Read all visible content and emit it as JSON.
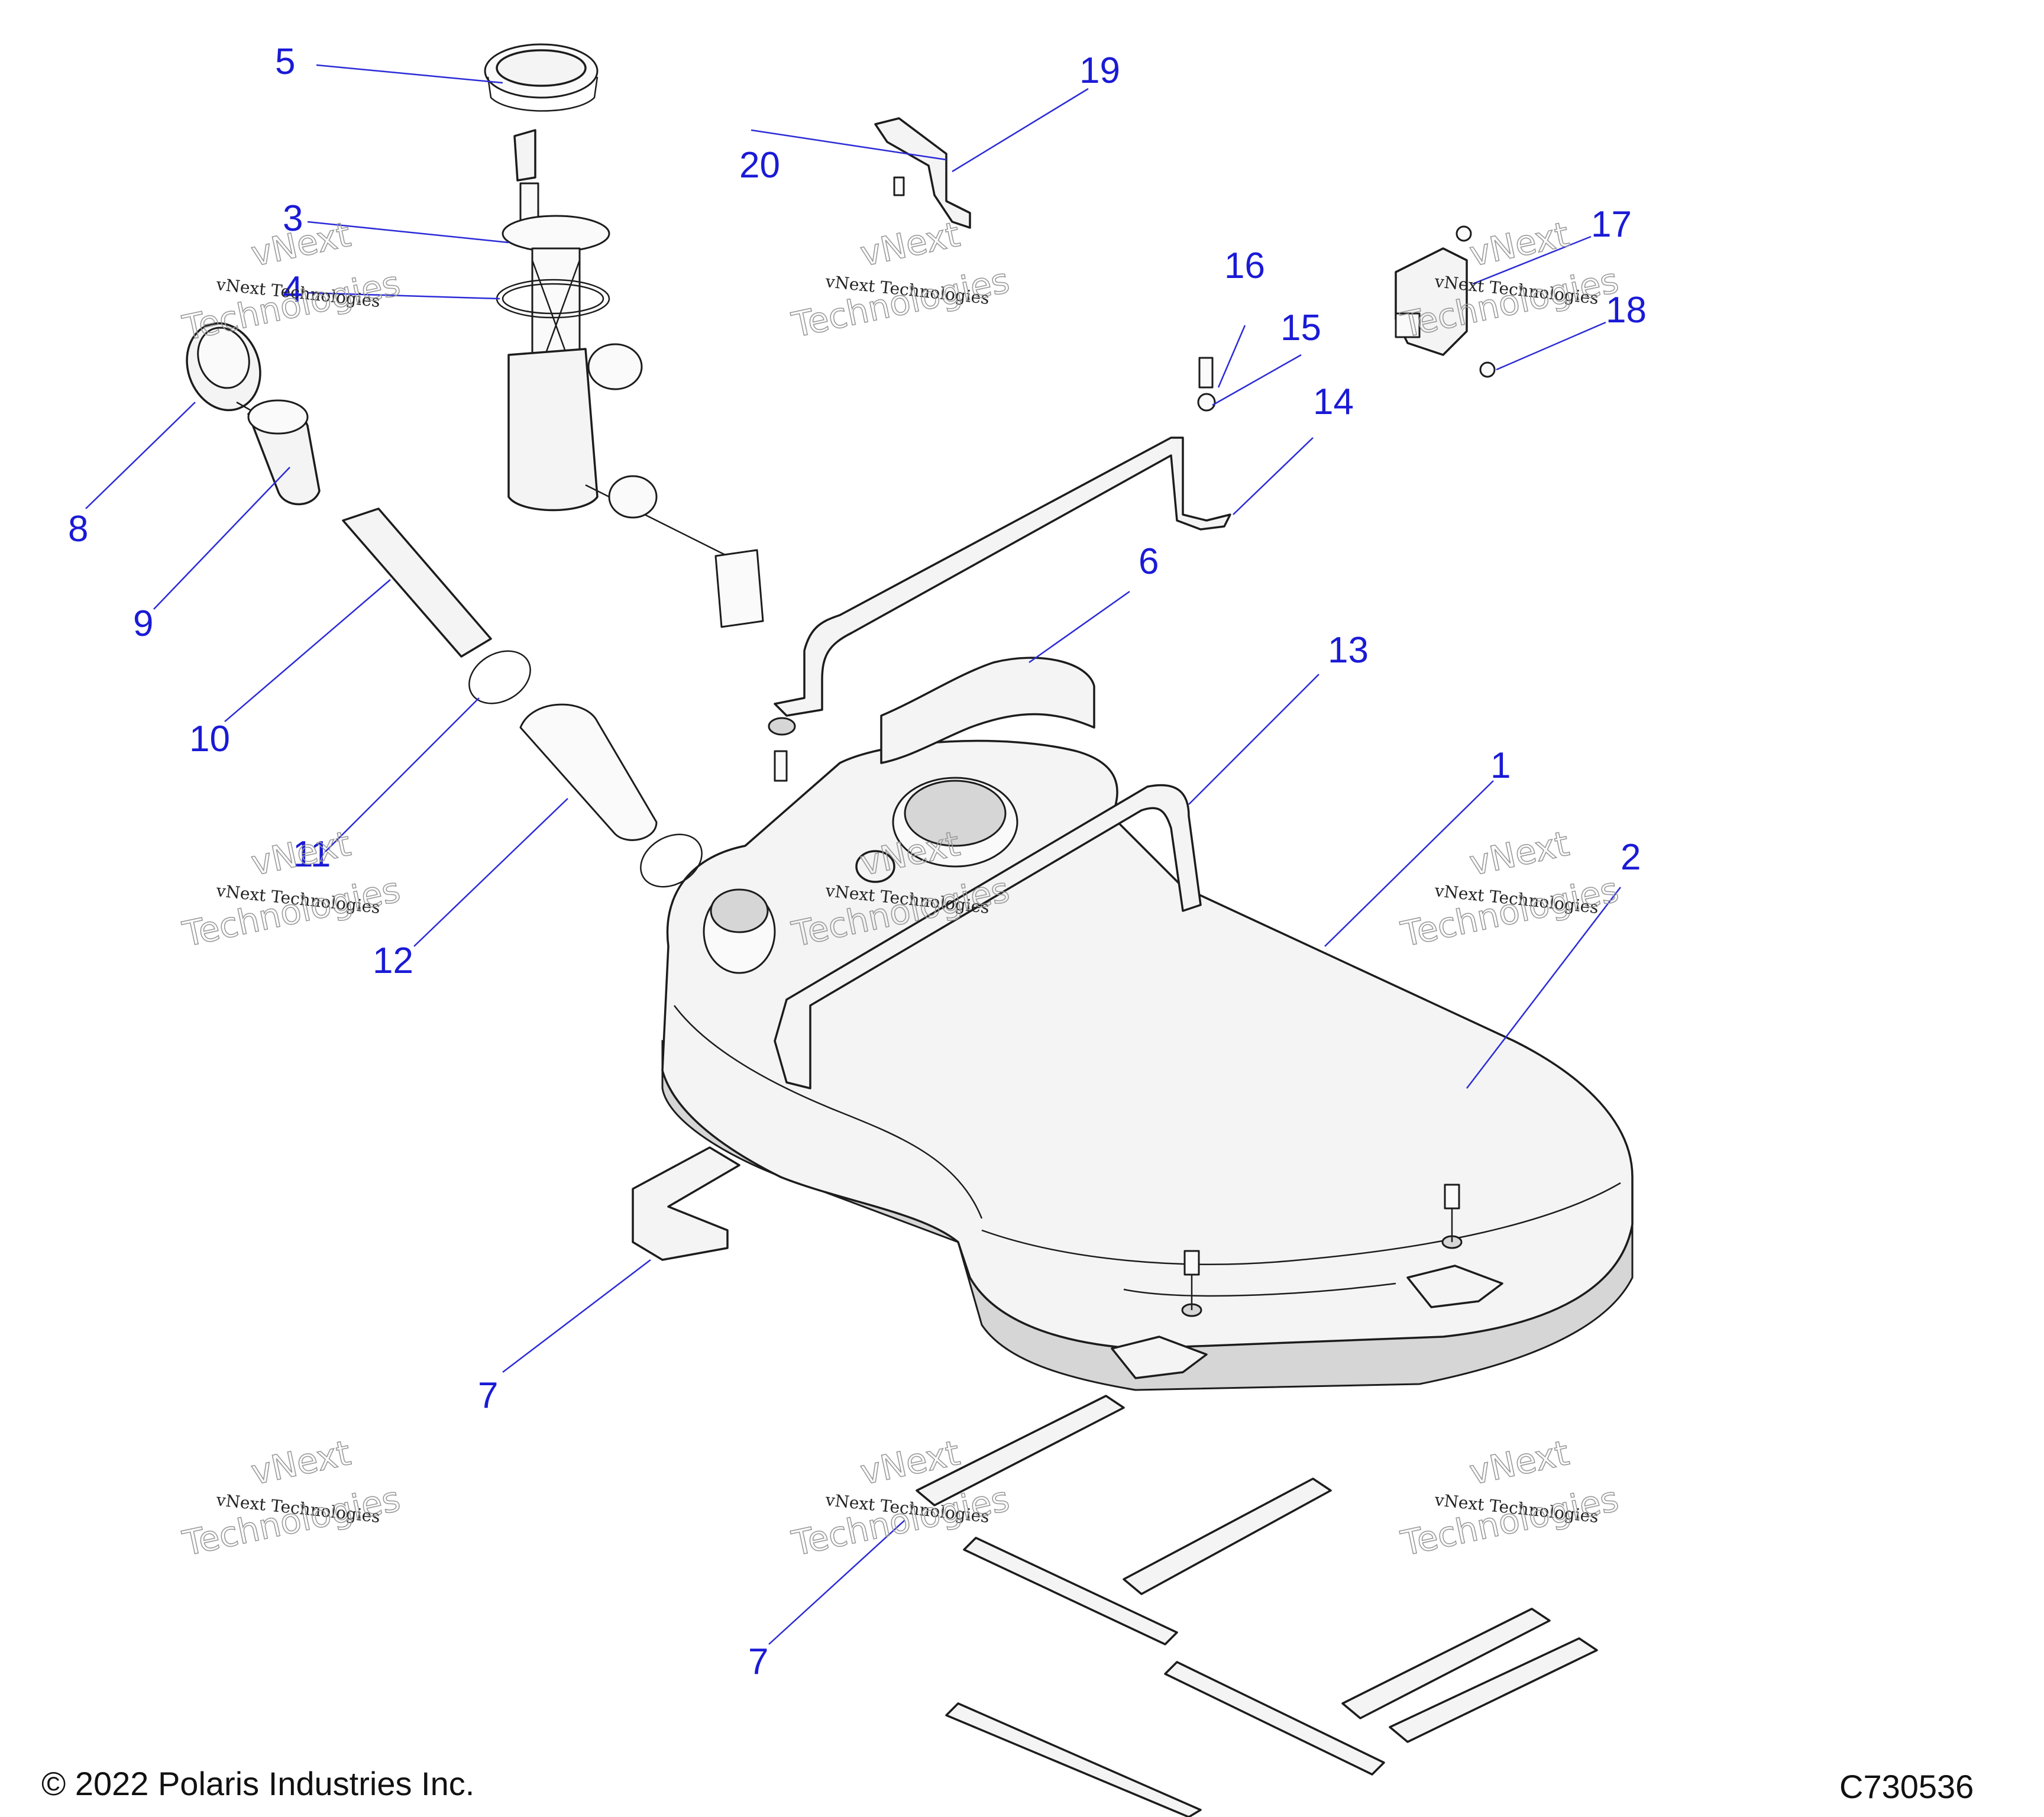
{
  "callouts": [
    {
      "id": "1",
      "text": "1"
    },
    {
      "id": "2",
      "text": "2"
    },
    {
      "id": "3",
      "text": "3"
    },
    {
      "id": "4",
      "text": "4"
    },
    {
      "id": "5",
      "text": "5"
    },
    {
      "id": "6",
      "text": "6"
    },
    {
      "id": "7a",
      "text": "7"
    },
    {
      "id": "7b",
      "text": "7"
    },
    {
      "id": "8",
      "text": "8"
    },
    {
      "id": "9",
      "text": "9"
    },
    {
      "id": "10",
      "text": "10"
    },
    {
      "id": "11",
      "text": "11"
    },
    {
      "id": "12",
      "text": "12"
    },
    {
      "id": "13",
      "text": "13"
    },
    {
      "id": "14",
      "text": "14"
    },
    {
      "id": "15",
      "text": "15"
    },
    {
      "id": "16",
      "text": "16"
    },
    {
      "id": "17",
      "text": "17"
    },
    {
      "id": "18",
      "text": "18"
    },
    {
      "id": "19",
      "text": "19"
    },
    {
      "id": "20",
      "text": "20"
    }
  ],
  "watermark": {
    "line1": "vNext Technologies",
    "line2": "vNext",
    "line3": "Technologies"
  },
  "footer": {
    "copyright": "© 2022 Polaris Industries Inc.",
    "diagram_code": "C730536"
  },
  "colors": {
    "callout": "#1a1ad6",
    "leader": "#2b2bd8",
    "outline": "#1c1c1c"
  }
}
